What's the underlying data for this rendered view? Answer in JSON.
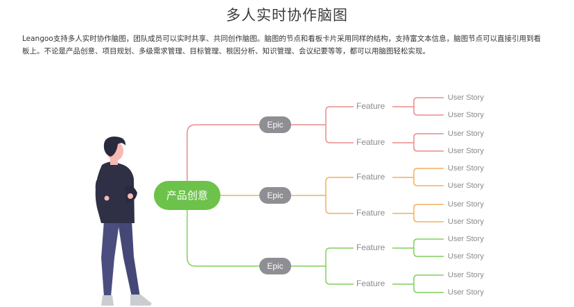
{
  "page": {
    "title": "多人实时协作脑图",
    "description_line1": "Leangoo支持多人实时协作脑图，团队成员可以实时共享、共同创作脑图。脑图的节点和看板卡片采用同样的结构，支持富文本信息，脑图节点可以直接引用到看",
    "description_line2": "板上。不论是产品创意、项目规划、多级需求管理、目标管理、根因分析、知识管理、会议纪要等等，都可以用脑图轻松实现。"
  },
  "mindmap": {
    "root": {
      "label": "产品创意",
      "color": "#6cc24a"
    },
    "epic_color": "#8e8e93",
    "branches": [
      {
        "epic": "Epic",
        "color": "#e98b8b",
        "features": [
          {
            "label": "Feature",
            "stories": [
              "User Story",
              "User Story"
            ]
          },
          {
            "label": "Feature",
            "stories": [
              "User Story",
              "User Story"
            ]
          }
        ]
      },
      {
        "epic": "Epic",
        "color": "#f0b15a",
        "features": [
          {
            "label": "Feature",
            "stories": [
              "User Story",
              "User Story"
            ]
          },
          {
            "label": "Feature",
            "stories": [
              "User Story",
              "User Story"
            ]
          }
        ]
      },
      {
        "epic": "Epic",
        "color": "#7fcf5a",
        "features": [
          {
            "label": "Feature",
            "stories": [
              "User Story",
              "User Story"
            ]
          },
          {
            "label": "Feature",
            "stories": [
              "User Story",
              "User Story"
            ]
          }
        ]
      }
    ]
  }
}
